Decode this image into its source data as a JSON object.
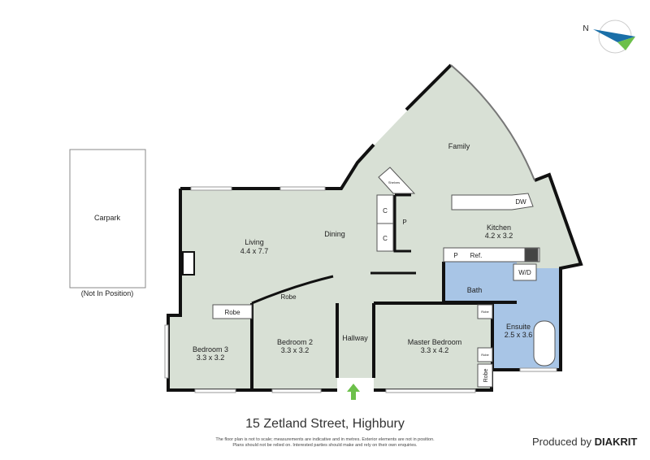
{
  "plan": {
    "address": "15 Zetland Street, Highbury",
    "disclaimer_line1": "The floor plan is not to scale; measurements are indicative and in metres. Exterior elements are not in position.",
    "disclaimer_line2": "Plans should not be relied on. Interested parties should make and rely on their own enquiries.",
    "produced_by": "Produced by",
    "brand": "DIAKRIT",
    "compass_label": "N",
    "colors": {
      "room": "#d8e0d5",
      "wet_area": "#a8c5e6",
      "wall": "#111111",
      "entry_arrow": "#6cc04a"
    }
  },
  "rooms": {
    "carpark": {
      "name": "Carpark",
      "note": "(Not In Position)"
    },
    "family": {
      "name": "Family"
    },
    "living": {
      "name": "Living",
      "size": "4.4 x 7.7"
    },
    "dining": {
      "name": "Dining"
    },
    "kitchen": {
      "name": "Kitchen",
      "size": "4.2 x 3.2"
    },
    "bath": {
      "name": "Bath"
    },
    "ensuite": {
      "name": "Ensuite",
      "size": "2.5 x 3.6"
    },
    "bedroom3": {
      "name": "Bedroom 3",
      "size": "3.3 x 3.2"
    },
    "bedroom2": {
      "name": "Bedroom 2",
      "size": "3.3 x 3.2"
    },
    "hallway": {
      "name": "Hallway"
    },
    "master": {
      "name": "Master Bedroom",
      "size": "3.3 x 4.2"
    }
  },
  "fixtures": {
    "shelves": "Shelves",
    "c1": "C",
    "c2": "C",
    "p_pantry": "P",
    "dw": "DW",
    "p_kitchen": "P",
    "ref": "Ref.",
    "wd": "W/D",
    "robe_b3": "Robe",
    "robe_b2": "Robe",
    "robe_m1": "Robe",
    "robe_m2": "Robe",
    "robe_m3": "Robe"
  }
}
